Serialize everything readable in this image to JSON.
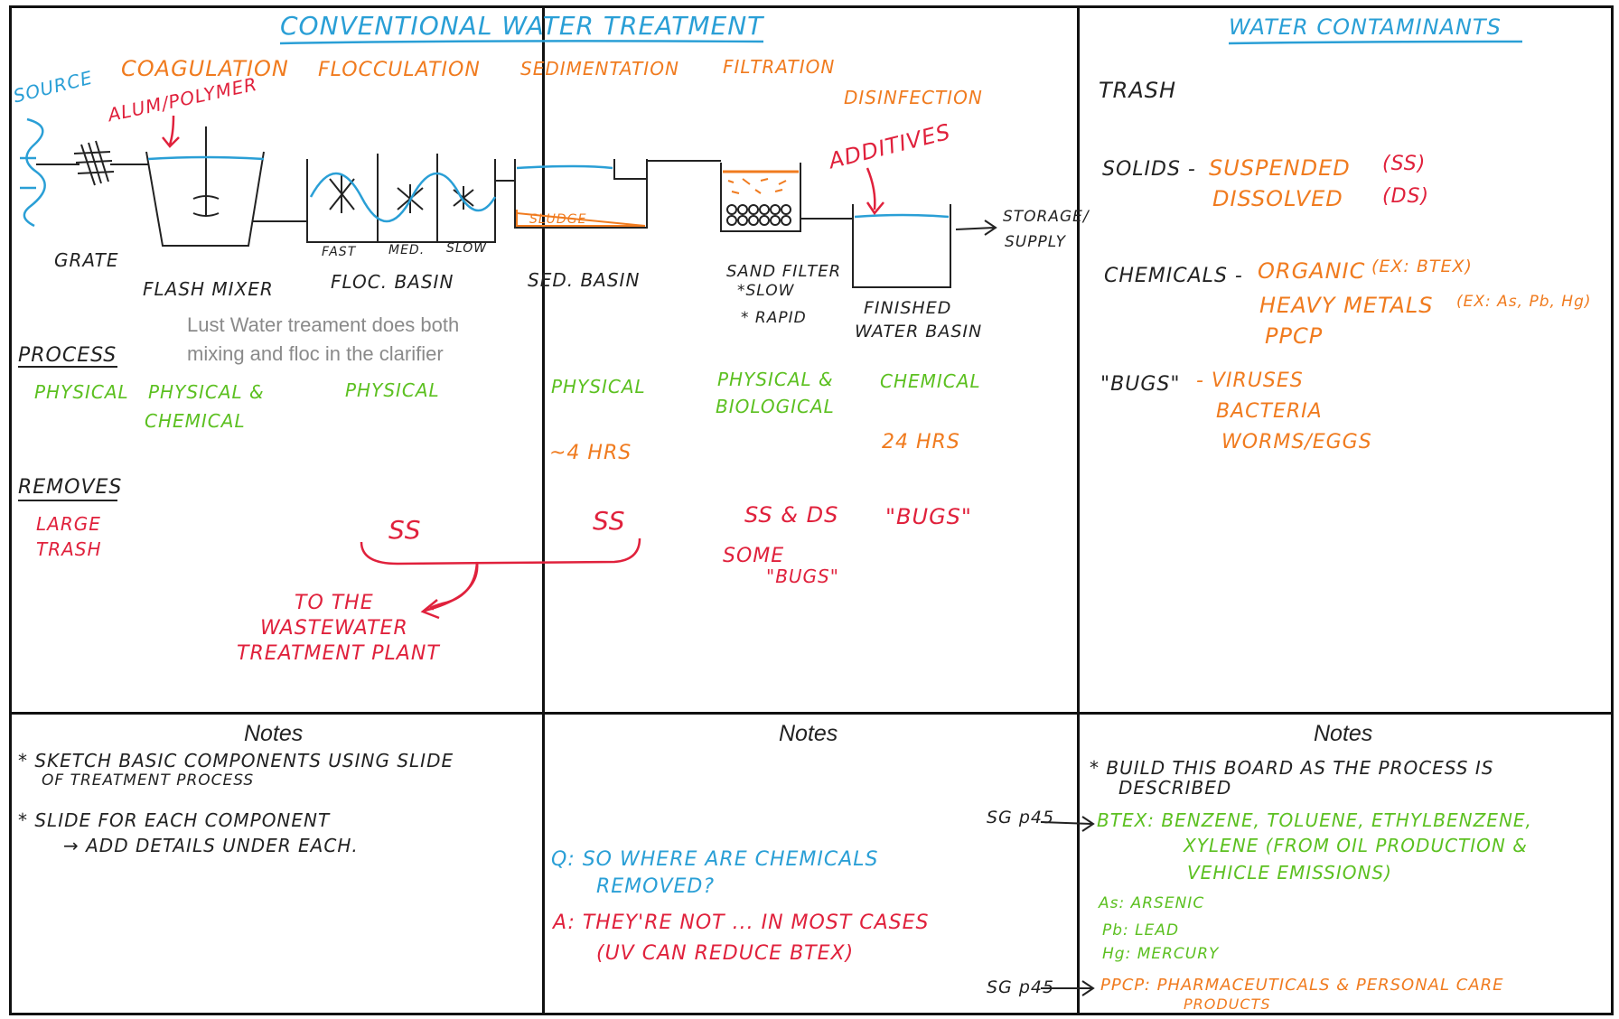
{
  "colors": {
    "blue": "#2a9fd6",
    "orange": "#f07b1f",
    "green": "#5cc021",
    "red": "#e0213c",
    "ink": "#222222"
  },
  "main": {
    "title": "CONVENTIONAL WATER TREATMENT",
    "stages": {
      "coagulation": "COAGULATION",
      "flocculation": "FLOCCULATION",
      "sedimentation": "SEDIMENTATION",
      "filtration": "FILTRATION",
      "disinfection": "DISINFECTION"
    },
    "source": "SOURCE",
    "alum": "ALUM/POLYMER",
    "additives": "ADDITIVES",
    "sludge": "SLUDGE",
    "floc_speeds": {
      "fast": "FAST",
      "med": "MED.",
      "slow": "SLOW"
    },
    "storage": "STORAGE/",
    "supply": "SUPPLY",
    "components": {
      "grate": "GRATE",
      "flash_mixer": "FLASH MIXER",
      "floc_basin": "FLOC. BASIN",
      "sed_basin": "SED. BASIN",
      "sand_filter": "SAND FILTER",
      "slow": "*SLOW",
      "rapid": "* RAPID",
      "finished_1": "FINISHED",
      "finished_2": "WATER BASIN"
    },
    "typed_note_1": "Lust Water treament does both",
    "typed_note_2": "mixing and floc in the clarifier",
    "process_label": "PROCESS",
    "process": {
      "grate": "PHYSICAL",
      "mixer_1": "PHYSICAL &",
      "mixer_2": "CHEMICAL",
      "floc": "PHYSICAL",
      "sed": "PHYSICAL",
      "filter_1": "PHYSICAL &",
      "filter_2": "BIOLOGICAL",
      "disinfect": "CHEMICAL"
    },
    "time_sed": "~4 HRS",
    "time_disinfect": "24 HRS",
    "removes_label": "REMOVES",
    "removes": {
      "grate_1": "LARGE",
      "grate_2": "TRASH",
      "floc": "SS",
      "sed": "SS",
      "filter_1": "SS & DS",
      "filter_2": "SOME",
      "filter_3": "\"BUGS\"",
      "disinfect": "\"BUGS\""
    },
    "to_wastewater_1": "TO THE",
    "to_wastewater_2": "WASTEWATER",
    "to_wastewater_3": "TREATMENT PLANT"
  },
  "contaminants": {
    "title": "WATER CONTAMINANTS",
    "trash": "TRASH",
    "solids_label": "SOLIDS -",
    "suspended": "SUSPENDED",
    "ss": "(SS)",
    "dissolved": "DISSOLVED",
    "ds": "(DS)",
    "chemicals_label": "CHEMICALS -",
    "organic": "ORGANIC",
    "organic_ex": "(EX: BTEX)",
    "metals": "HEAVY METALS",
    "metals_ex": "(EX: As, Pb, Hg)",
    "ppcp": "PPCP",
    "bugs_label": "\"BUGS\"",
    "viruses": "- VIRUSES",
    "bacteria": "BACTERIA",
    "worms": "WORMS/EGGS"
  },
  "notes": {
    "heading": "Notes",
    "left_1": "* SKETCH BASIC COMPONENTS USING SLIDE",
    "left_2": "OF TREATMENT PROCESS",
    "left_3": "* SLIDE FOR EACH COMPONENT",
    "left_4": "→ ADD DETAILS UNDER EACH.",
    "mid_q1": "Q: SO WHERE ARE CHEMICALS",
    "mid_q2": "REMOVED?",
    "mid_a1": "A: THEY'RE NOT ... IN MOST CASES",
    "mid_a2": "(UV CAN REDUCE BTEX)",
    "right_1": "* BUILD THIS BOARD AS THE PROCESS IS",
    "right_2": "DESCRIBED",
    "sg1": "SG p45",
    "btex_1": "BTEX: BENZENE, TOLUENE, ETHYLBENZENE,",
    "btex_2": "XYLENE (FROM OIL PRODUCTION &",
    "btex_3": "VEHICLE EMISSIONS)",
    "as": "As: ARSENIC",
    "pb": "Pb: LEAD",
    "hg": "Hg: MERCURY",
    "sg2": "SG p45",
    "ppcp_1": "PPCP: PHARMACEUTICALS & PERSONAL CARE",
    "ppcp_2": "PRODUCTS"
  }
}
